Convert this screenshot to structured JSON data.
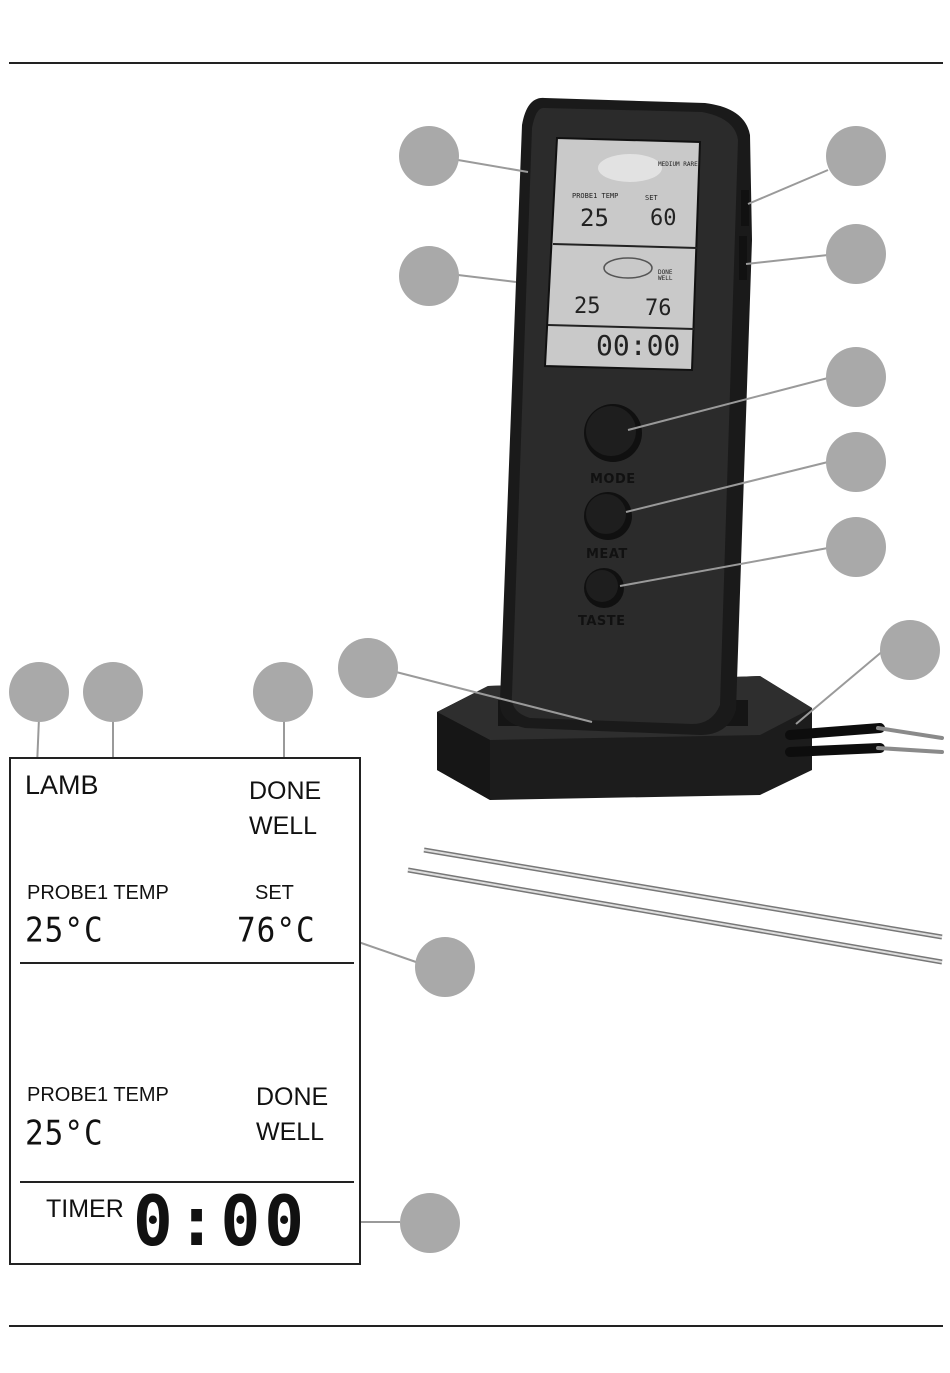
{
  "device": {
    "buttons": [
      "MODE",
      "MEAT",
      "TASTE"
    ],
    "screen": {
      "upper_temp": "25",
      "upper_set": "60",
      "upper_probe_label": "PROBE1 TEMP",
      "upper_set_label": "SET",
      "upper_doneness": "MEDIUM RARE",
      "lower_temp": "25",
      "lower_set": "76",
      "lower_doneness": "DONE WELL",
      "timer": "00:00"
    }
  },
  "display": {
    "section1": {
      "meat": "LAMB",
      "doneness_line1": "DONE",
      "doneness_line2": "WELL",
      "probe_label": "PROBE1 TEMP",
      "set_label": "SET",
      "probe_value": "25°C",
      "set_value": "76°C"
    },
    "section2": {
      "probe_label": "PROBE1 TEMP",
      "doneness_line1": "DONE",
      "doneness_line2": "WELL",
      "probe_value": "25°C"
    },
    "section3": {
      "timer_label": "TIMER",
      "timer_value": "0:00"
    }
  },
  "colors": {
    "callout": "#a9a9a9",
    "device_body": "#2b2b2b",
    "screen": "#c9c9c9"
  }
}
